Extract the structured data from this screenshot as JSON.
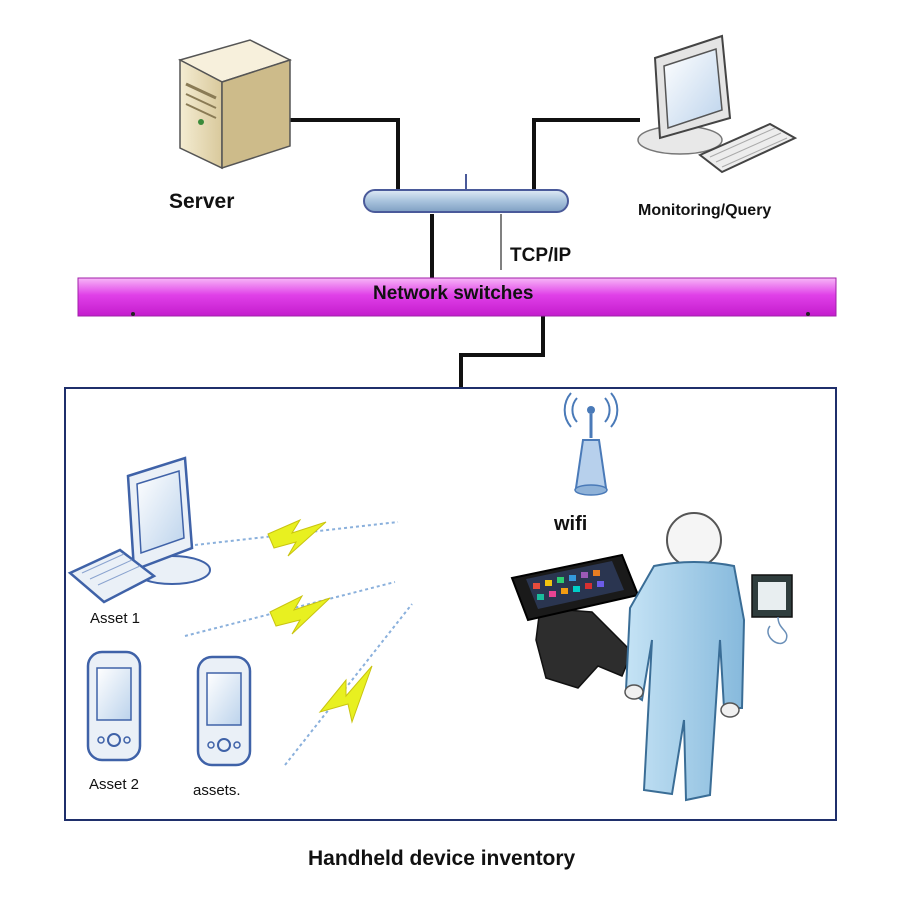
{
  "labels": {
    "server": "Server",
    "monitoring": "Monitoring/Query",
    "protocol": "TCP/IP",
    "network": "Network switches",
    "wifi": "wifi",
    "asset1": "Asset 1",
    "asset2": "Asset 2",
    "assets": "assets.",
    "caption": "Handheld device inventory"
  },
  "colors": {
    "network_bar": "#e040e8",
    "hub_bar": "#a9c3dd",
    "frame_border": "#1f2f6b",
    "signal_bolt": "#e8f020",
    "person": "#a9d3ee"
  },
  "icons": [
    "server-icon",
    "monitor-icon",
    "keyboard-icon",
    "hub-icon",
    "wifi-antenna-icon",
    "handheld-scanner-icon",
    "person-icon",
    "pda-icon",
    "lightning-icon"
  ]
}
